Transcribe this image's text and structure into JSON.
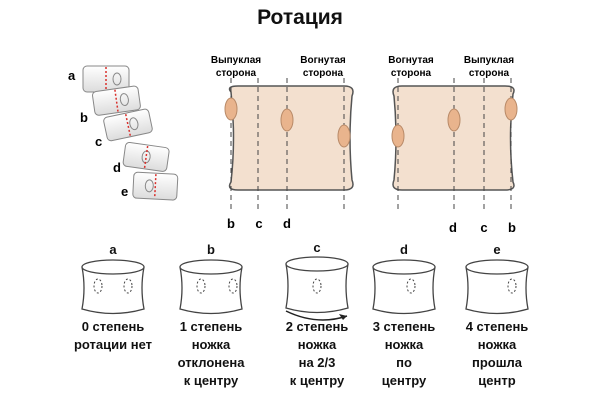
{
  "title": "Ротация",
  "vertebra_labels": [
    "a",
    "b",
    "c",
    "d",
    "e"
  ],
  "left_body": {
    "label_left": [
      "Выпуклая",
      "сторона"
    ],
    "label_right": [
      "Вогнутая",
      "сторона"
    ],
    "bottom_labels": [
      "b",
      "c",
      "d"
    ]
  },
  "right_body": {
    "label_left": [
      "Вогнутая",
      "сторона"
    ],
    "label_right": [
      "Выпуклая",
      "сторона"
    ],
    "bottom_labels": [
      "d",
      "c",
      "b"
    ]
  },
  "grades": [
    {
      "letter": "a",
      "caption": [
        "0 степень",
        "ротации нет"
      ]
    },
    {
      "letter": "b",
      "caption": [
        "1 степень",
        "ножка",
        "отклонена",
        "к центру"
      ]
    },
    {
      "letter": "c",
      "caption": [
        "2 степень",
        "ножка",
        "на 2/3",
        "к центру"
      ]
    },
    {
      "letter": "d",
      "caption": [
        "3 степень",
        "ножка",
        "по",
        "центру"
      ]
    },
    {
      "letter": "e",
      "caption": [
        "4 степень",
        "ножка",
        "прошла",
        "центр"
      ]
    }
  ],
  "colors": {
    "body_fill": "#f3e0cf",
    "pedicle_fill": "#e9b48d",
    "outline": "#555555",
    "red_line": "#d9302c"
  }
}
